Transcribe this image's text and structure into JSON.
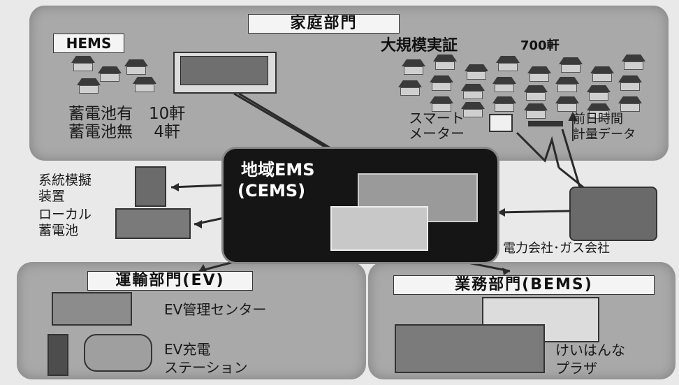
{
  "sections": {
    "home": {
      "title": "家庭部門"
    },
    "transport": {
      "title": "運輸部門(EV)"
    },
    "business": {
      "title": "業務部門(BEMS)"
    }
  },
  "hems": {
    "label": "HEMS",
    "battery_with": "蓄電池有　10軒",
    "battery_without": "蓄電池無　 4軒"
  },
  "demo": {
    "title": "大規模実証",
    "count": "700軒"
  },
  "smart_meter": {
    "label_line1": "スマート",
    "label_line2": "メーター",
    "data_line1": "前日時間",
    "data_line2": "計量データ"
  },
  "cems": {
    "title": "地域EMS",
    "subtitle": "(CEMS)"
  },
  "grid_sim": {
    "line1": "系統模擬",
    "line2": "装置"
  },
  "local_battery": {
    "line1": "ローカル",
    "line2": "蓄電池"
  },
  "utility": {
    "label": "電力会社･ガス会社"
  },
  "ev": {
    "center": "EV管理センター",
    "station_line1": "EV充電",
    "station_line2": "ステーション"
  },
  "bems": {
    "site_line1": "けいはんな",
    "site_line2": "プラザ"
  },
  "colors": {
    "panel": "#a9a9a9",
    "cems_box": "#151515",
    "label_box": "#f4f4f4"
  }
}
